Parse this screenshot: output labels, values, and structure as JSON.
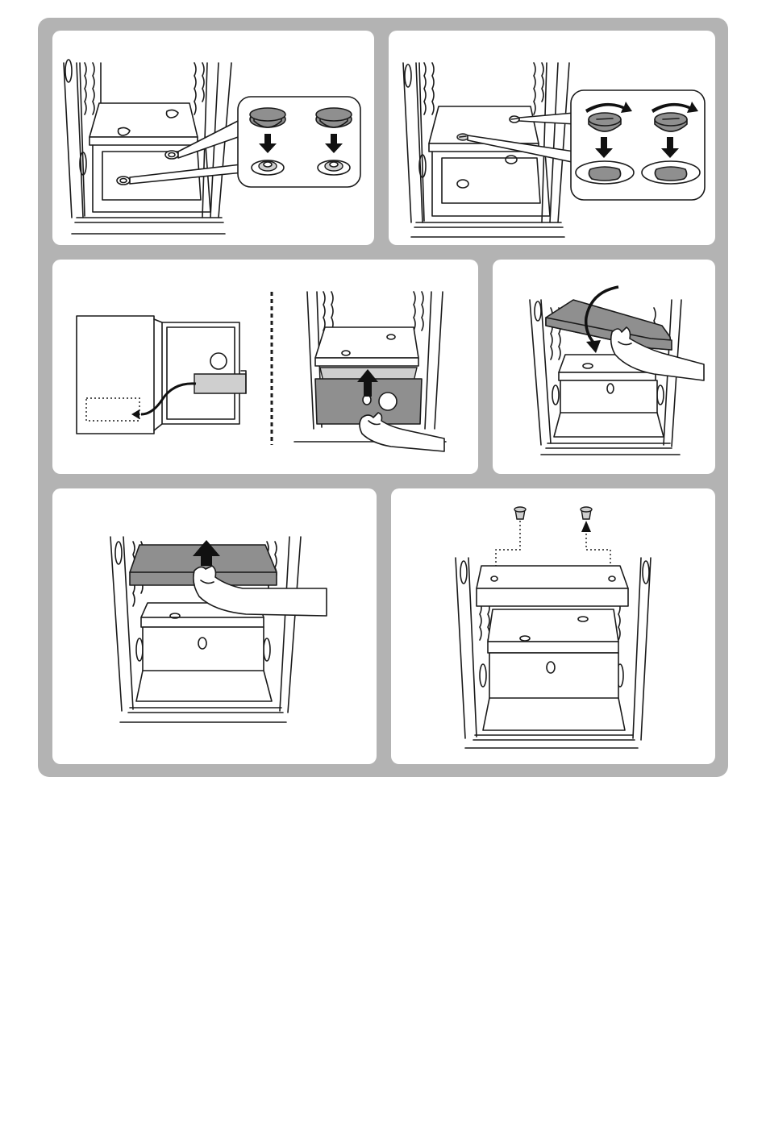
{
  "panels": [
    {
      "id": "step-1",
      "subject": "insert-hole-caps"
    },
    {
      "id": "step-2",
      "subject": "turn-caps-to-lock"
    },
    {
      "id": "step-3",
      "subject": "remove-drawer"
    },
    {
      "id": "step-4",
      "subject": "tilt-shelf"
    },
    {
      "id": "step-5",
      "subject": "lift-shelf-out"
    },
    {
      "id": "step-6",
      "subject": "reposition-caps"
    }
  ],
  "colors": {
    "frame": "#b3b3b3",
    "panel": "#ffffff",
    "fill_gray": "#8f8f8f",
    "ink": "#1a1a1a"
  },
  "icons": [
    "down-arrow-icon",
    "up-arrow-icon",
    "rotate-arrow-icon",
    "curved-arrow-icon",
    "hand-icon",
    "cap-icon"
  ]
}
